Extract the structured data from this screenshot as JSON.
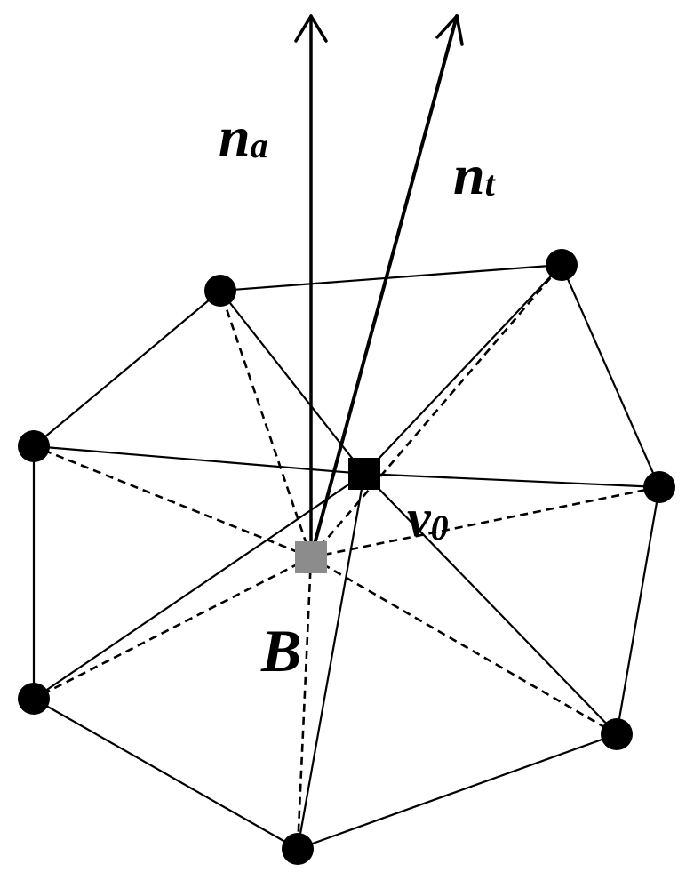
{
  "labels": {
    "na_main": "n",
    "na_sub": "a",
    "nt_main": "n",
    "nt_sub": "t",
    "v0_main": "v",
    "v0_sub": "0",
    "b": "B"
  },
  "colors": {
    "vertex": "#000000",
    "center_vertex": "#000000",
    "barycenter": "#8c8c8c",
    "line": "#000000"
  }
}
